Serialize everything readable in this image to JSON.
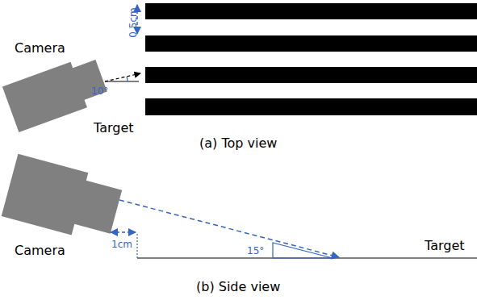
{
  "diagram": {
    "labels": [
      "0.5cm",
      "Camera",
      "10°",
      "Target",
      "(a) Top view",
      "Camera",
      "1cm",
      "15°",
      "Target",
      "(b) Side view"
    ]
  }
}
